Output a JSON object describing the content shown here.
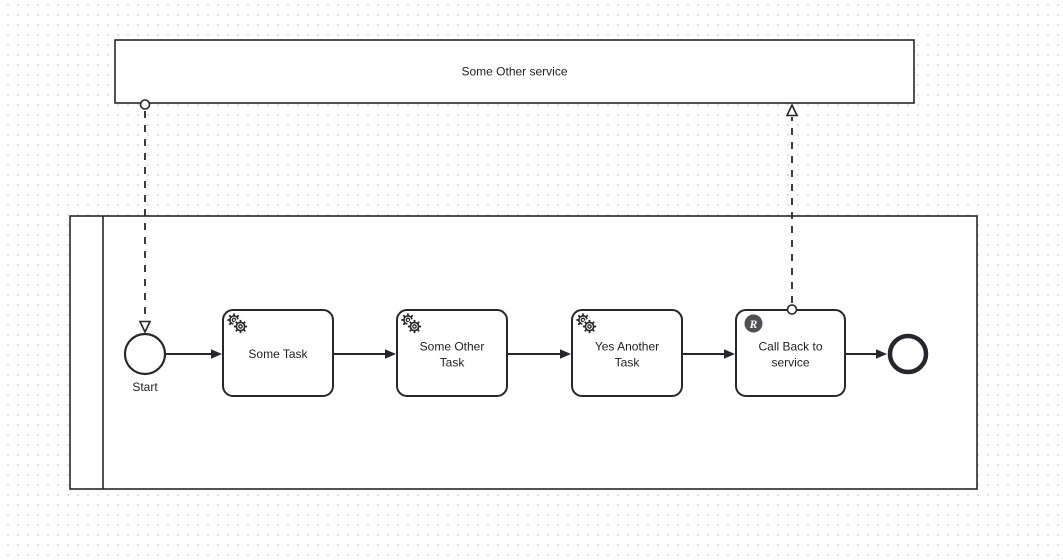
{
  "colors": {
    "stroke": "#26272c",
    "text": "#1f1f1f",
    "shape_fill": "#ffffff",
    "canvas_dot": "#d8d8dc",
    "badge_fill": "#4f5054",
    "badge_text": "#ffffff"
  },
  "participants": {
    "other_service": {
      "label": "Some Other service",
      "type": "collapsed-pool"
    },
    "main": {
      "label": "",
      "type": "expanded-pool-with-lane"
    }
  },
  "events": {
    "start": {
      "label": "Start",
      "type": "start-event"
    },
    "end": {
      "label": "",
      "type": "end-event"
    }
  },
  "tasks": {
    "some_task": {
      "label": "Some Task",
      "marker_icon": "service-gears-icon"
    },
    "some_other_task": {
      "line1": "Some Other",
      "line2": "Task",
      "marker_icon": "service-gears-icon"
    },
    "yes_another_task": {
      "line1": "Yes Another",
      "line2": "Task",
      "marker_icon": "service-gears-icon"
    },
    "call_back": {
      "line1": "Call Back to",
      "line2": "service",
      "marker_icon": "r-connector-icon",
      "badge_letter": "R"
    }
  },
  "flows": {
    "sequence": [
      "start → some_task",
      "some_task → some_other_task",
      "some_other_task → yes_another_task",
      "yes_another_task → call_back",
      "call_back → end"
    ],
    "message": [
      "other_service_pool → start",
      "call_back → other_service_pool"
    ]
  }
}
